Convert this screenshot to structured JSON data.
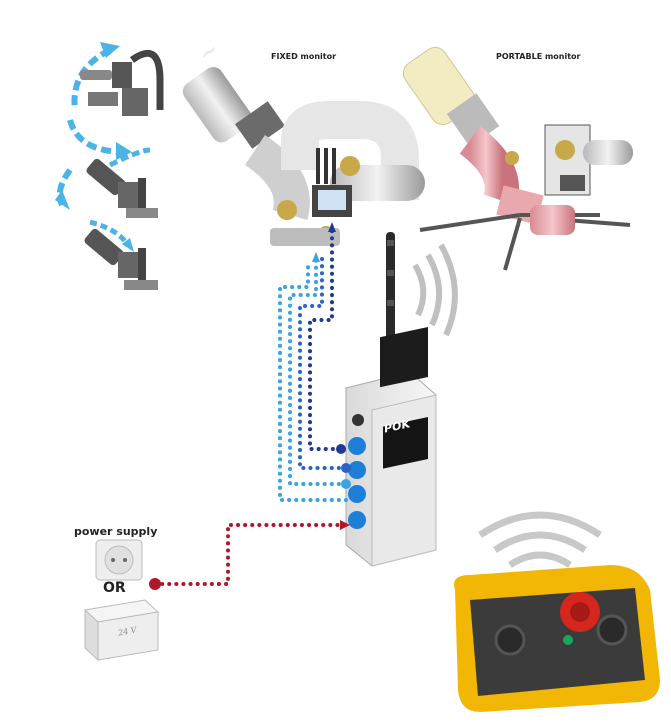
{
  "labels": {
    "fixed_monitor": "FIXED monitor",
    "portable_monitor": "PORTABLE monitor",
    "power_supply": "power supply",
    "or": "OR",
    "battery_voltage": "24 V",
    "brand": "POK"
  },
  "colors": {
    "dark_blue": "#1f3a93",
    "mid_blue": "#2b63c6",
    "light_blue": "#3aa3e0",
    "cable_red": "#b0182a",
    "connector_blue": "#1e7fd8",
    "remote_yellow": "#f2b705",
    "estop_red": "#d7261e"
  },
  "icons": [
    "rotation-arrow-icon",
    "tilt-arrow-icon",
    "jet-arrow-icon",
    "radio-wave-icon",
    "power-socket-icon",
    "battery-icon",
    "antenna-icon",
    "emergency-stop-icon"
  ]
}
